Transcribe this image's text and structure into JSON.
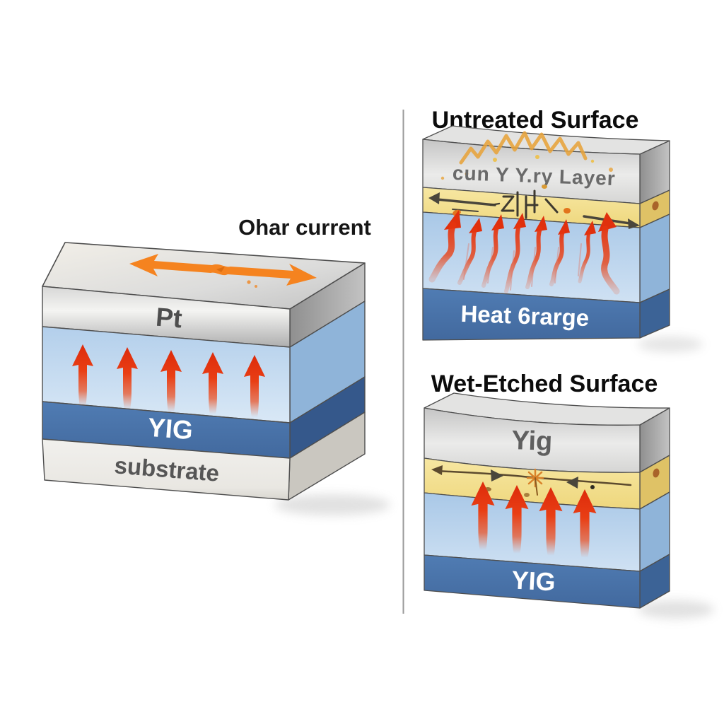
{
  "left_panel": {
    "top_label": "Ohar current",
    "layers": {
      "pt_label": "Pt",
      "yig_label": "YIG",
      "substrate_label": "substrate"
    },
    "spin_arrows_count": 5
  },
  "untreated_panel": {
    "title": "Untreated Surface",
    "surface_label": "cun Y Y.ry Layer",
    "bottom_label": "Heat 6rarge",
    "heat_arrows_count": 8
  },
  "wet_etched_panel": {
    "title": "Wet-Etched Surface",
    "surface_label": "Yig",
    "bottom_label": "YIG",
    "spin_arrows_count": 4
  },
  "colors": {
    "metal_gray": "#d8d8d8",
    "light_blue": "#bdd7ee",
    "yig_blue": "#4a76ad",
    "substrate_gray": "#efeeea",
    "yellow_layer": "#f4e094",
    "arrow_red": "#e8401a",
    "arrow_orange": "#f5831f",
    "title_black": "#111111",
    "divider_gray": "#9a9a9a"
  }
}
